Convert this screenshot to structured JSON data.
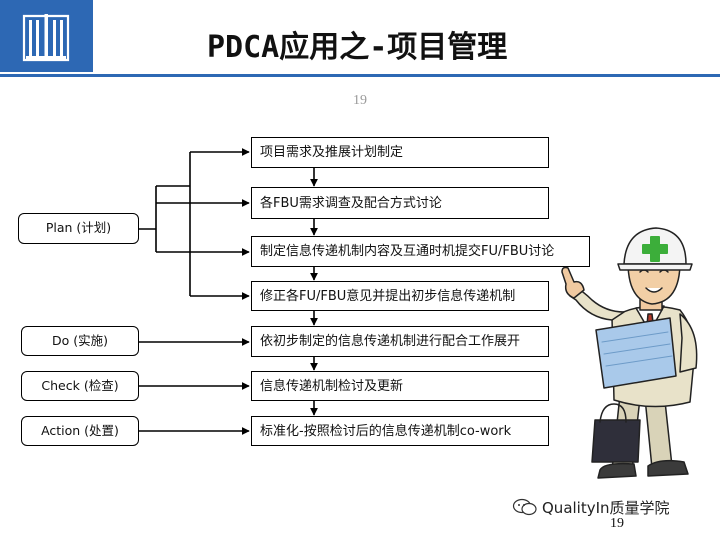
{
  "header": {
    "title": "PDCA应用之-项目管理",
    "page_number_top": "19"
  },
  "phases": [
    {
      "label": "Plan (计划)"
    },
    {
      "label": "Do (实施)"
    },
    {
      "label": "Check (检查)"
    },
    {
      "label": "Action (处置)"
    }
  ],
  "steps": [
    {
      "label": "项目需求及推展计划制定"
    },
    {
      "label": "各FBU需求调查及配合方式讨论"
    },
    {
      "label": "制定信息传递机制内容及互通时机提交FU/FBU讨论"
    },
    {
      "label": "修正各FU/FBU意见并提出初步信息传递机制"
    },
    {
      "label": "依初步制定的信息传递机制进行配合工作展开"
    },
    {
      "label": "信息传递机制检讨及更新"
    },
    {
      "label": "标准化-按照检讨后的信息传递机制co-work"
    }
  ],
  "footer": {
    "watermark": "QualityIn质量学院",
    "page_number_bottom": "19"
  },
  "colors": {
    "brand_blue": "#2d68b4",
    "helmet_cross": "#3cae3a"
  }
}
